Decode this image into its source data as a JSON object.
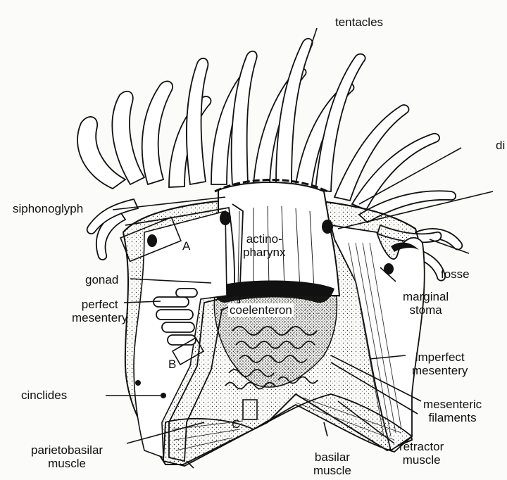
{
  "labels": {
    "tentacles": "tentacles",
    "di": "di",
    "siphonoglyph": "siphonoglyph",
    "a": "A",
    "actinopharynx_1": "actino-",
    "actinopharynx_2": "pharynx",
    "fosse": "fosse",
    "gonad": "gonad",
    "perfect_1": "perfect",
    "perfect_2": "mesentery",
    "marginal_1": "marginal",
    "marginal_2": "stoma",
    "coelenteron": "coelenteron",
    "imperfect_1": "imperfect",
    "imperfect_2": "mesentery",
    "b": "B",
    "cinclides": "cinclides",
    "mesenteric_1": "mesenteric",
    "mesenteric_2": "filaments",
    "c": "C",
    "parietobasilar_1": "parietobasilar",
    "parietobasilar_2": "muscle",
    "retractor_1": "retractor",
    "retractor_2": "muscle",
    "basilar_1": "basilar",
    "basilar_2": "muscle"
  },
  "colors": {
    "ink": "#111111",
    "paper": "#fbfbf9"
  }
}
